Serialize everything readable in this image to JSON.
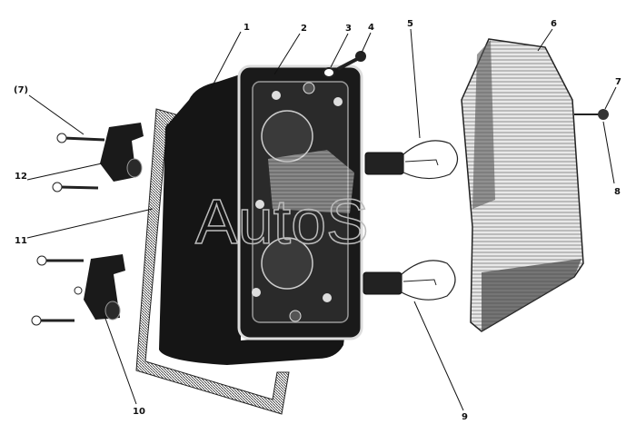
{
  "diagram": {
    "labels": {
      "l1": "1",
      "l2": "2",
      "l3": "3",
      "l4": "4",
      "l5": "5",
      "l6": "6",
      "l7": "7",
      "l8": "8",
      "l9": "9",
      "l10": "10",
      "l11": "11",
      "l12": "12",
      "l7p": "(7)"
    },
    "watermark": "AutoS"
  }
}
